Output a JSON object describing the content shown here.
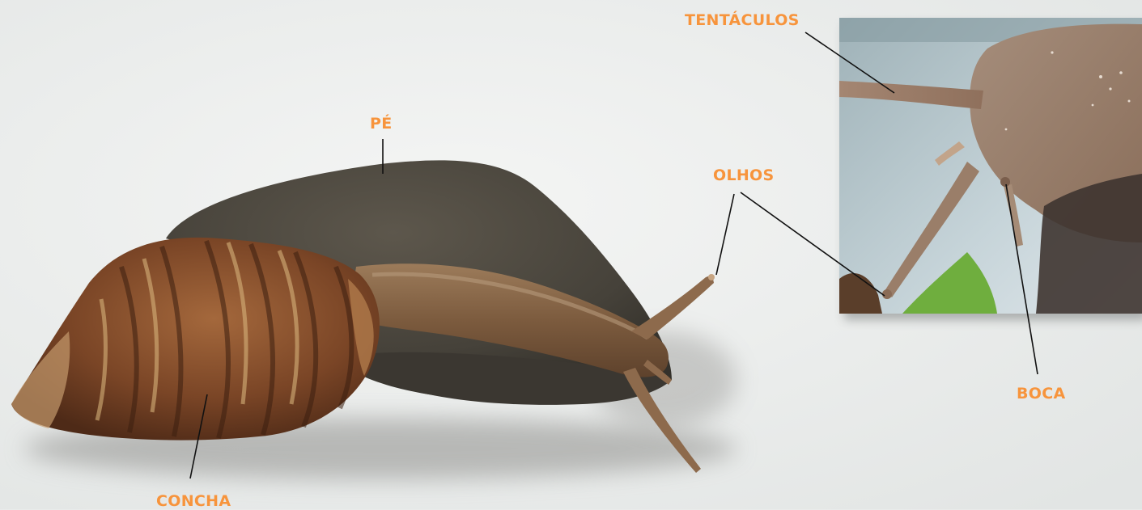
{
  "diagram": {
    "labels": {
      "tentaculos": "TENTÁCULOS",
      "pe": "PÉ",
      "olhos": "OLHOS",
      "boca": "BOCA",
      "concha": "CONCHA"
    }
  },
  "colors": {
    "label": "#f7943c",
    "leader_line": "#111111",
    "background": "#e9ebea",
    "snail_body": "#7a5a3e",
    "snail_foot": "#4a453c",
    "shell": "#7b4a2c",
    "inset_background": "#b9c8cf"
  }
}
